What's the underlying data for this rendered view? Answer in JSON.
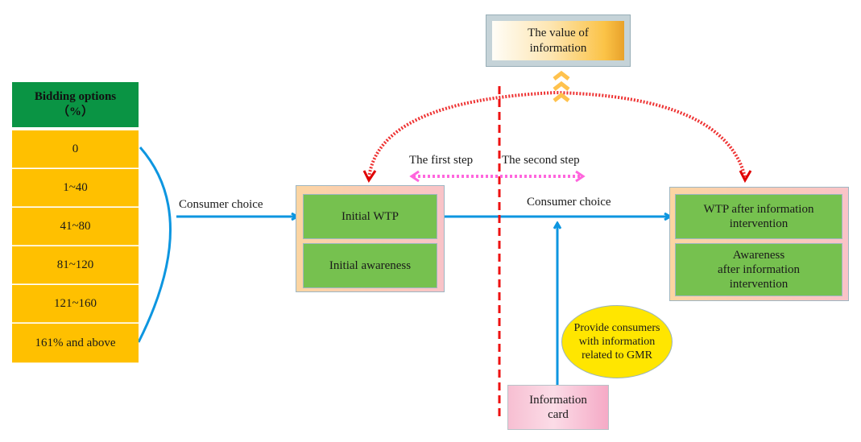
{
  "bidding": {
    "header_line1": "Bidding options",
    "header_line2": "（%）",
    "options": [
      "0",
      "1~40",
      "41~80",
      "81~120",
      "121~160",
      "161% and above"
    ]
  },
  "labels": {
    "consumer_choice_left": "Consumer choice",
    "consumer_choice_right": "Consumer choice",
    "first_step": "The first step",
    "second_step": "The second step"
  },
  "initial_group": {
    "wtp": "Initial WTP",
    "awareness": "Initial awareness"
  },
  "after_group": {
    "wtp_line1": "WTP after information",
    "wtp_line2": "intervention",
    "awareness_line1": "Awareness",
    "awareness_line2": "after information",
    "awareness_line3": "intervention"
  },
  "value_of_information": {
    "line1": "The value of",
    "line2": "information"
  },
  "provide_info": {
    "line1": "Provide consumers",
    "line2": "with information",
    "line3": "related to GMR"
  },
  "information_card": {
    "line1": "Information",
    "line2": "card"
  },
  "colors": {
    "arrow_blue": "#0d96e0",
    "divider_red": "#ee1111",
    "step_pink": "#ff66dd",
    "header_green": "#0a9444",
    "option_yellow": "#ffc000",
    "box_green": "#76c14f",
    "chevron_orange": "#ffc24d"
  }
}
